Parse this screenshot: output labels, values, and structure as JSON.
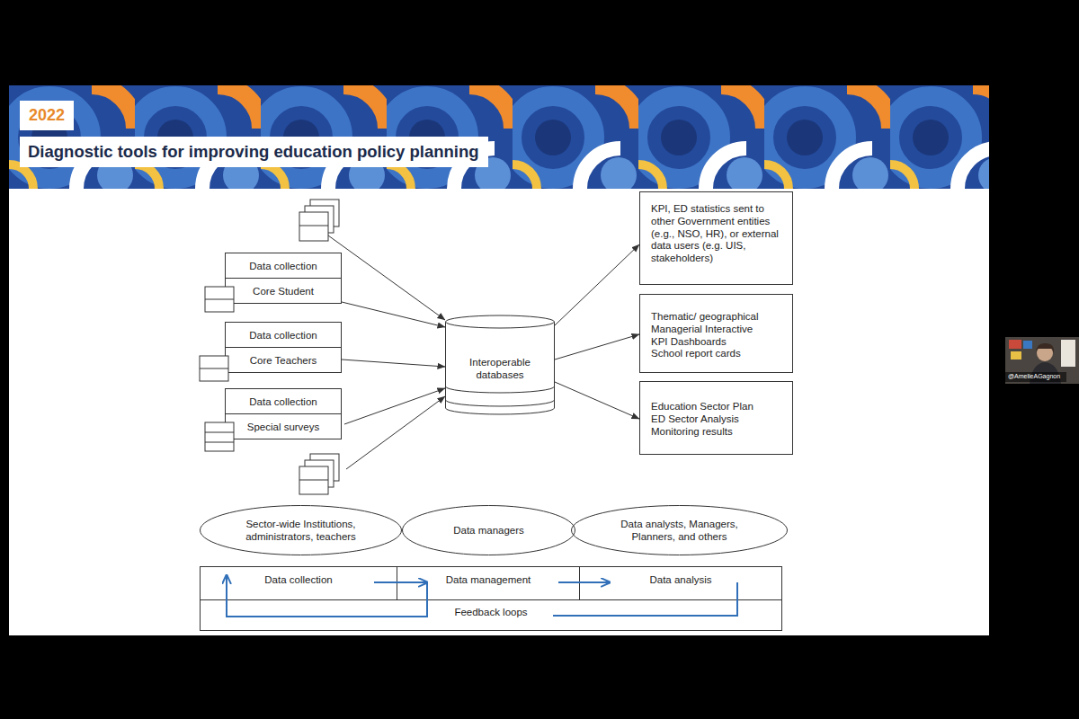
{
  "diagram": {
    "title": "Diagnostic tools for improving education policy planning",
    "nodes": [
      {
        "text": [
          "Data collection",
          "Core Student"
        ]
      },
      {
        "text": [
          "Data collection",
          "Core Teachers"
        ]
      },
      {
        "text": [
          "Data collection",
          "Special surveys"
        ]
      },
      {
        "text": [
          "Interoperable databases"
        ]
      },
      {
        "text": [
          "KPI, ED statistics sent to other Government entities (e.g., NSO, HR), or external data users (e.g. UIS, stakeholders)"
        ]
      },
      {
        "text": [
          "Thematic/ geographical Managerial Interactive KPI Dashboards",
          "School report cards"
        ]
      },
      {
        "text": [
          "Education Sector Plan",
          "ED Sector Analysis",
          "Monitoring results"
        ]
      },
      {
        "text": [
          "Sector-wide Institutions, administrators, teachers"
        ]
      },
      {
        "text": [
          "Data managers"
        ]
      },
      {
        "text": [
          "Data analysts, Managers, Planners, and others"
        ]
      },
      {
        "text": [
          "Data collection"
        ]
      },
      {
        "text": [
          "Data management"
        ]
      },
      {
        "text": [
          "Data analysis"
        ]
      },
      {
        "text": [
          "Feedback loops"
        ]
      }
    ],
    "edges": [
      {
        "from": 0,
        "to": 3,
        "arrow": "to"
      },
      {
        "from": 1,
        "to": 3,
        "arrow": "to"
      },
      {
        "from": 2,
        "to": 3,
        "arrow": "to"
      },
      {
        "from": 3,
        "to": 4,
        "arrow": "to"
      },
      {
        "from": 3,
        "to": 5,
        "arrow": "to"
      },
      {
        "from": 3,
        "to": 6,
        "arrow": "to"
      },
      {
        "from": 10,
        "to": 11,
        "arrow": "to"
      },
      {
        "from": 11,
        "to": 12,
        "arrow": "to"
      },
      {
        "from": 11,
        "to": 10,
        "arrow": "to"
      },
      {
        "from": 12,
        "to": 13,
        "arrow": "none"
      }
    ],
    "labels": [
      "2022",
      "@AmelieAGagnon"
    ]
  }
}
